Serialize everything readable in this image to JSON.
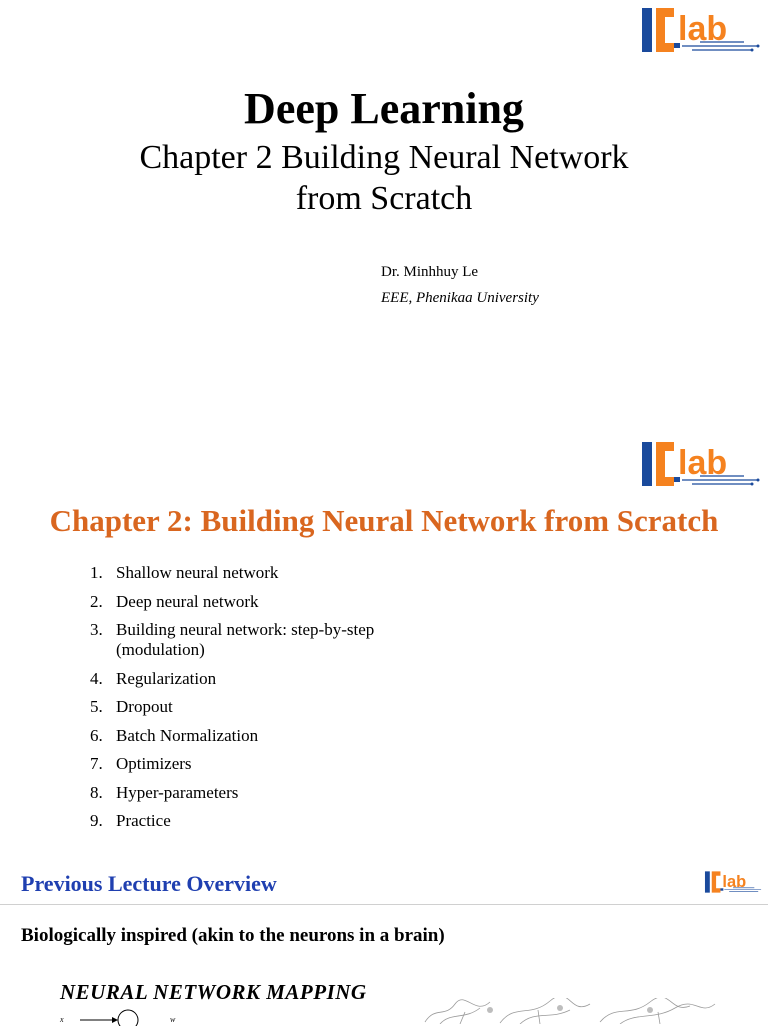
{
  "slide1": {
    "title": "Deep Learning",
    "subtitle_line1": "Chapter 2 Building Neural Network",
    "subtitle_line2": "from Scratch",
    "author": "Dr. Minhhuy Le",
    "affiliation": "EEE, Phenikaa University"
  },
  "slide2": {
    "title": "Chapter 2: Building Neural Network from Scratch",
    "items": [
      {
        "num": "1.",
        "text": "Shallow neural network"
      },
      {
        "num": "2.",
        "text": "Deep neural network"
      },
      {
        "num": "3.",
        "text": "Building neural network: step-by-step",
        "text2": "(modulation)"
      },
      {
        "num": "4.",
        "text": "Regularization"
      },
      {
        "num": "5.",
        "text": "Dropout"
      },
      {
        "num": "6.",
        "text": "Batch Normalization"
      },
      {
        "num": "7.",
        "text": "Optimizers"
      },
      {
        "num": "8.",
        "text": "Hyper-parameters"
      },
      {
        "num": "9.",
        "text": "Practice"
      }
    ]
  },
  "slide3": {
    "title": "Previous Lecture Overview",
    "text": "Biologically inspired (akin to the neurons in a brain)",
    "figure_title": "NEURAL NETWORK MAPPING"
  },
  "logo": {
    "text": "lab",
    "colors": {
      "orange": "#f5821f",
      "blue": "#1a4a9c"
    }
  }
}
